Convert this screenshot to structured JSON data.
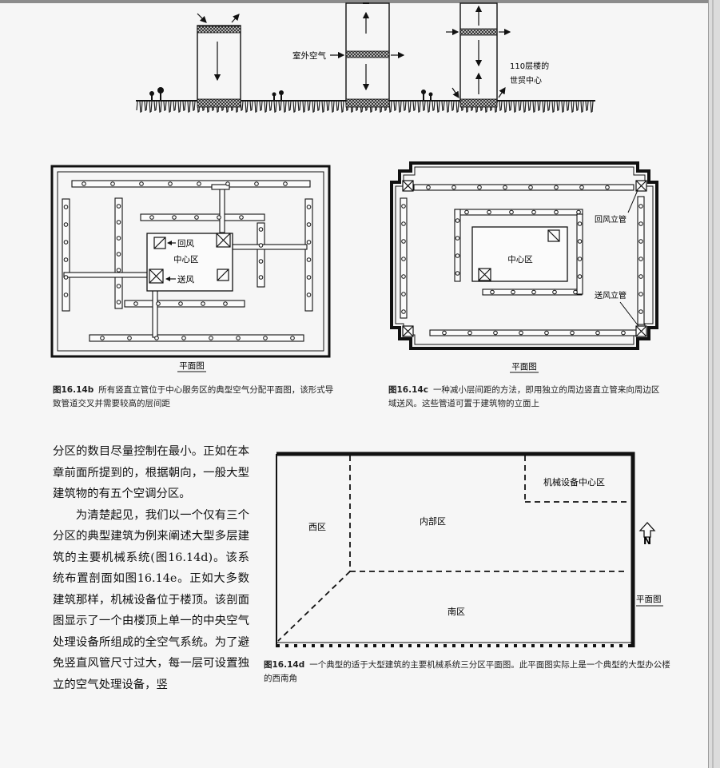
{
  "figure_a": {
    "outdoor_air_label": "室外空气",
    "wtc_label_line1": "110层楼的",
    "wtc_label_line2": "世贸中心"
  },
  "figure_b": {
    "return_label": "回风",
    "core_label": "中心区",
    "supply_label": "送风",
    "plan_label": "平面图",
    "caption_num": "图16.14b",
    "caption_text": "所有竖直立管位于中心服务区的典型空气分配平面图，该形式导致管道交叉并需要较高的层间距"
  },
  "figure_c": {
    "return_riser_label": "回风立管",
    "core_label": "中心区",
    "supply_riser_label": "送风立管",
    "plan_label": "平面图",
    "caption_num": "图16.14c",
    "caption_text": "一种减小层间距的方法，即用独立的周边竖直立管来向周边区域送风。这些管道可置于建筑物的立面上"
  },
  "figure_d": {
    "west_zone": "西区",
    "interior_zone": "内部区",
    "mech_center": "机械设备中心区",
    "south_zone": "南区",
    "north_mark": "N",
    "plan_label": "平面图",
    "caption_num": "图16.14d",
    "caption_text": "一个典型的适于大型建筑的主要机械系统三分区平面图。此平面图实际上是一个典型的大型办公楼的西南角"
  },
  "body_text": {
    "p1": "分区的数目尽量控制在最小。正如在本章前面所提到的，根据朝向，一般大型建筑物的有五个空调分区。",
    "p2": "为清楚起见，我们以一个仅有三个分区的典型建筑为例来阐述大型多层建筑的主要机械系统(图16.14d)。该系统布置剖面如图16.14e。正如大多数建筑那样，机械设备位于楼顶。该剖面图显示了一个由楼顶上单一的中央空气处理设备所组成的全空气系统。为了避免竖直风管尺寸过大，每一层可设置独立的空气处理设备，竖"
  }
}
